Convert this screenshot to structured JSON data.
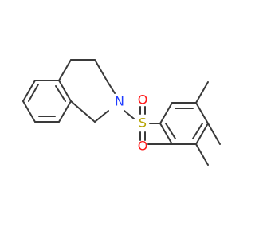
{
  "molecule": {
    "atoms": {
      "nitrogen": {
        "label": "N",
        "color": "#1f3cff"
      },
      "sulfur": {
        "label": "S",
        "color": "#b5a300"
      },
      "oxygen_top": {
        "label": "O",
        "color": "#ff1a1a"
      },
      "oxygen_bottom": {
        "label": "O",
        "color": "#ff1a1a"
      }
    },
    "bond_color": "#3a3a3a"
  }
}
